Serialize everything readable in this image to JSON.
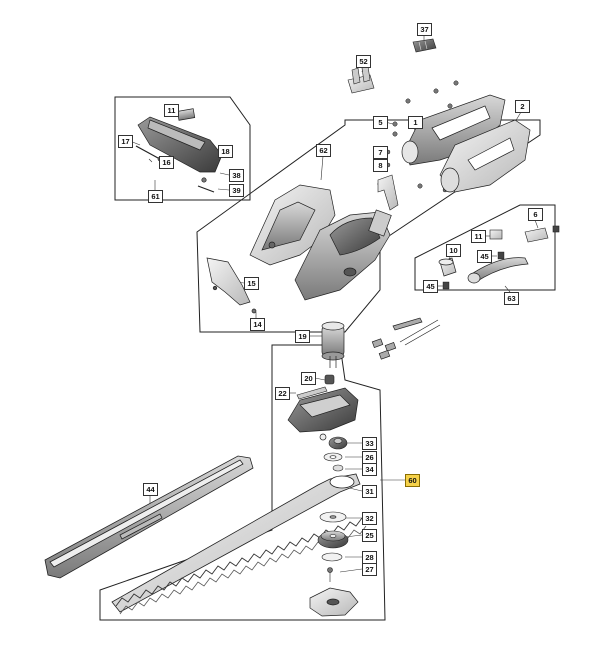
{
  "diagram": {
    "callouts": {
      "p1": "1",
      "p2": "2",
      "p5": "5",
      "p6": "6",
      "p7": "7",
      "p8": "8",
      "p10": "10",
      "p11a": "11",
      "p11b": "11",
      "p14": "14",
      "p15": "15",
      "p16": "16",
      "p17": "17",
      "p18": "18",
      "p19": "19",
      "p20": "20",
      "p22": "22",
      "p25": "25",
      "p26": "26",
      "p27": "27",
      "p28": "28",
      "p31": "31",
      "p32": "32",
      "p33": "33",
      "p34": "34",
      "p37": "37",
      "p38": "38",
      "p39": "39",
      "p44": "44",
      "p45a": "45",
      "p45b": "45",
      "p52": "52",
      "p60": "60",
      "p61": "61",
      "p62": "62",
      "p63": "63"
    },
    "highlight_color": "#f6d24a"
  }
}
